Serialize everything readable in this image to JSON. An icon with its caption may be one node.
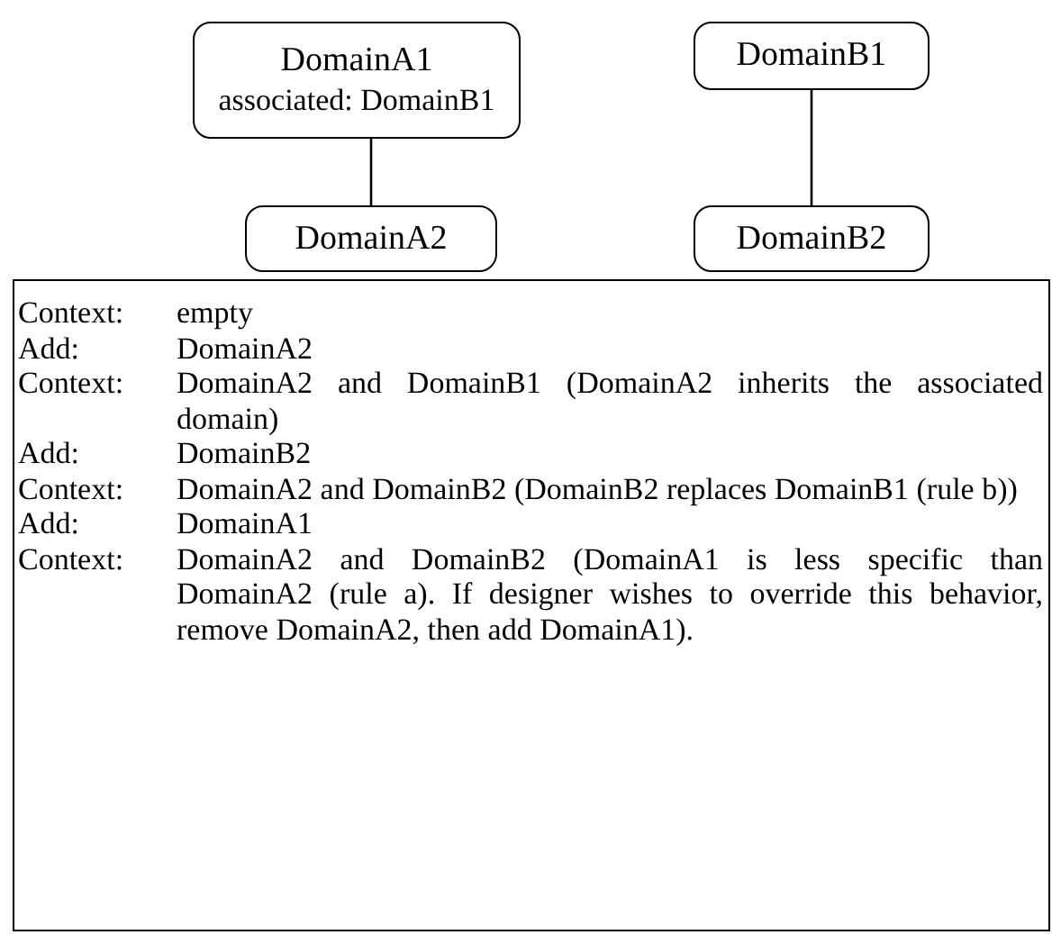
{
  "diagram": {
    "nodes": [
      {
        "text": [
          "DomainA1",
          "associated: DomainB1"
        ]
      },
      {
        "text": [
          "DomainA2"
        ]
      },
      {
        "text": [
          "DomainB1"
        ]
      },
      {
        "text": [
          "DomainB2"
        ]
      }
    ],
    "edges": [
      {
        "from": 0,
        "to": 1,
        "arrow": "none"
      },
      {
        "from": 2,
        "to": 3,
        "arrow": "none"
      }
    ],
    "labels": [
      "Context:",
      "empty",
      "Add:",
      "DomainA2",
      "Context:",
      "DomainA2 and DomainB1 (DomainA2 inherits the associated domain)",
      "Add:",
      "DomainB2",
      "Context:",
      "DomainA2 and DomainB2 (DomainB2 replaces DomainB1 (rule b))",
      "Add:",
      "DomainA1",
      "Context:",
      "DomainA2 and DomainB2 (DomainA1 is less specific than DomainA2 (rule a). If designer wishes to override this behavior, remove DomainA2, then add DomainA1)."
    ]
  }
}
